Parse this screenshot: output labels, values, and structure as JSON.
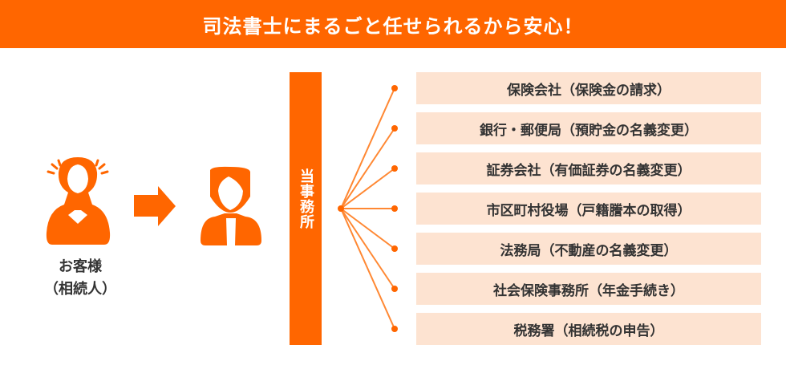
{
  "header": {
    "title": "司法書士にまるごと任せられるから安心！"
  },
  "customer": {
    "label_line1": "お客様",
    "label_line2": "（相続人）",
    "icon": "worried-woman-icon"
  },
  "arrow": {
    "icon": "right-arrow-icon"
  },
  "staff": {
    "icon": "businessman-icon"
  },
  "office": {
    "label": "当事務所"
  },
  "destinations": [
    "保険会社（保険金の請求）",
    "銀行・郵便局（預貯金の名義変更）",
    "証券会社（有価証券の名義変更）",
    "市区町村役場（戸籍謄本の取得）",
    "法務局（不動産の名義変更）",
    "社会保険事務所（年金手続き）",
    "税務署（相続税の申告）"
  ],
  "colors": {
    "accent": "#ff6600",
    "box": "#fde3d1",
    "text": "#333333",
    "line": "#ff8833"
  }
}
